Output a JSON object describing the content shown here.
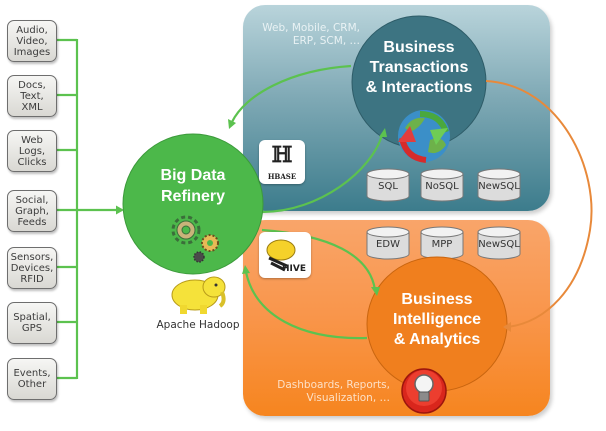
{
  "sources": [
    {
      "label": "Audio,\nVideo,\nImages"
    },
    {
      "label": "Docs,\nText,\nXML"
    },
    {
      "label": "Web\nLogs,\nClicks"
    },
    {
      "label": "Social,\nGraph,\nFeeds"
    },
    {
      "label": "Sensors,\nDevices,\nRFID"
    },
    {
      "label": "Spatial,\nGPS"
    },
    {
      "label": "Events,\nOther"
    }
  ],
  "refinery": {
    "title": "Big Data\nRefinery",
    "caption": "Apache Hadoop",
    "icon": "gears-icon",
    "logo": "hadoop-elephant-icon"
  },
  "transactions_panel": {
    "note": "Web, Mobile, CRM,\nERP, SCM, …",
    "title": "Business\nTransactions\n& Interactions",
    "icon": "globe-sync-icon",
    "logo": "hbase-logo",
    "logo_text": "HBASE",
    "databases": [
      "SQL",
      "NoSQL",
      "NewSQL"
    ]
  },
  "analytics_panel": {
    "note": "Dashboards, Reports,\nVisualization, …",
    "title": "Business\nIntelligence\n& Analytics",
    "icon": "lightbulb-icon",
    "logo": "hive-logo",
    "logo_text": "HIVE",
    "databases": [
      "EDW",
      "MPP",
      "NewSQL"
    ]
  },
  "colors": {
    "green": "#4cb84a",
    "green_line": "#5cc24f",
    "orange_line": "#e8893a",
    "blue_circle": "#3d7482",
    "orange_circle": "#f07f1e",
    "panel_blue": "#5f97a6",
    "panel_orange": "#f9954a"
  }
}
